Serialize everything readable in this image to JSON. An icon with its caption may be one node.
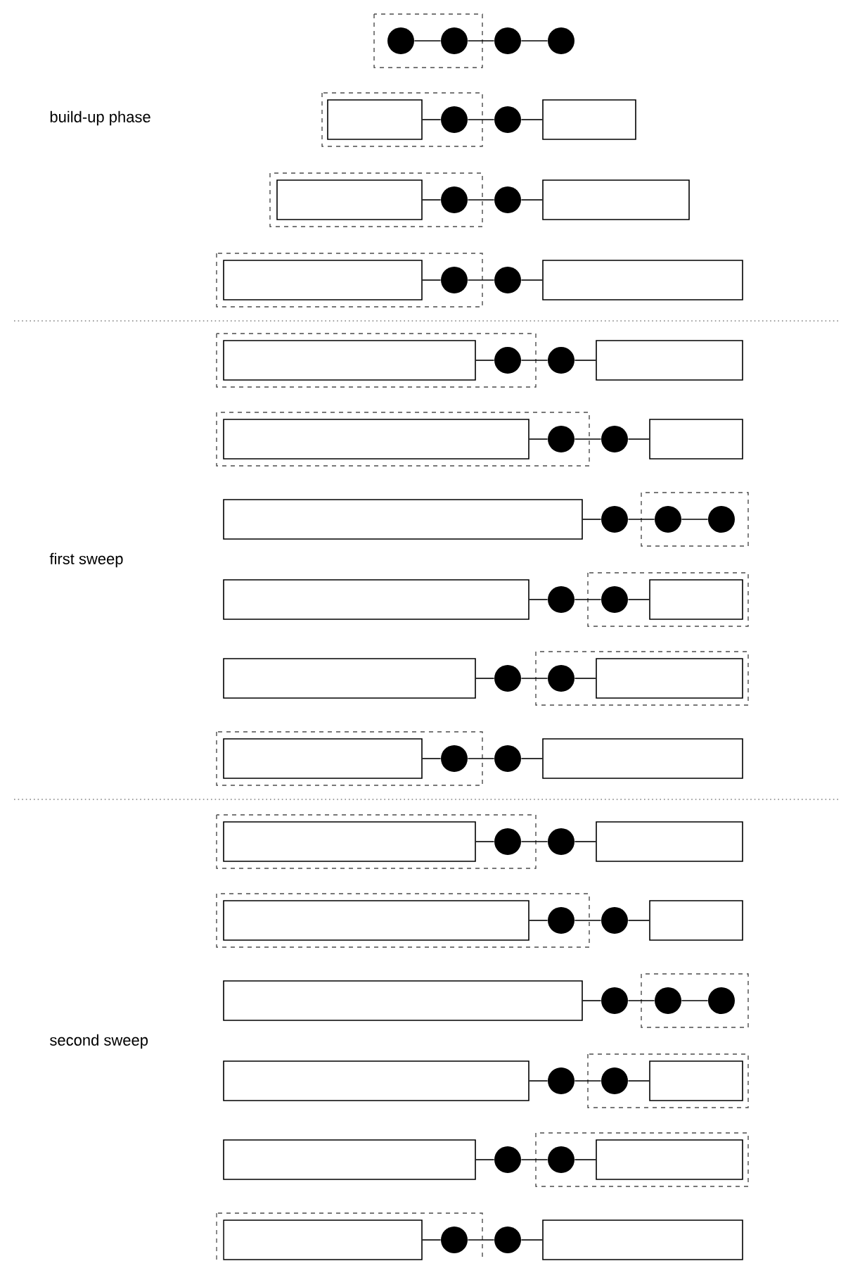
{
  "diagram": {
    "nodes": [
      {
        "text": [],
        "shape": "circle"
      },
      {
        "text": [],
        "shape": "circle"
      },
      {
        "text": [],
        "shape": "circle"
      },
      {
        "text": [],
        "shape": "circle"
      },
      {
        "text": [],
        "shape": "box"
      },
      {
        "text": [],
        "shape": "circle"
      },
      {
        "text": [],
        "shape": "circle"
      },
      {
        "text": [],
        "shape": "box"
      },
      {
        "text": [],
        "shape": "box"
      },
      {
        "text": [],
        "shape": "circle"
      },
      {
        "text": [],
        "shape": "circle"
      },
      {
        "text": [],
        "shape": "box"
      },
      {
        "text": [],
        "shape": "box"
      },
      {
        "text": [],
        "shape": "circle"
      },
      {
        "text": [],
        "shape": "circle"
      },
      {
        "text": [],
        "shape": "box"
      },
      {
        "text": [],
        "shape": "box"
      },
      {
        "text": [],
        "shape": "circle"
      },
      {
        "text": [],
        "shape": "circle"
      },
      {
        "text": [],
        "shape": "box"
      },
      {
        "text": [],
        "shape": "box"
      },
      {
        "text": [],
        "shape": "circle"
      },
      {
        "text": [],
        "shape": "circle"
      },
      {
        "text": [],
        "shape": "box"
      },
      {
        "text": [],
        "shape": "box"
      },
      {
        "text": [],
        "shape": "circle"
      },
      {
        "text": [],
        "shape": "circle"
      },
      {
        "text": [],
        "shape": "circle"
      },
      {
        "text": [],
        "shape": "box"
      },
      {
        "text": [],
        "shape": "circle"
      },
      {
        "text": [],
        "shape": "circle"
      },
      {
        "text": [],
        "shape": "box"
      },
      {
        "text": [],
        "shape": "box"
      },
      {
        "text": [],
        "shape": "circle"
      },
      {
        "text": [],
        "shape": "circle"
      },
      {
        "text": [],
        "shape": "box"
      },
      {
        "text": [],
        "shape": "box"
      },
      {
        "text": [],
        "shape": "circle"
      },
      {
        "text": [],
        "shape": "circle"
      },
      {
        "text": [],
        "shape": "box"
      },
      {
        "text": [],
        "shape": "box"
      },
      {
        "text": [],
        "shape": "circle"
      },
      {
        "text": [],
        "shape": "circle"
      },
      {
        "text": [],
        "shape": "box"
      },
      {
        "text": [],
        "shape": "box"
      },
      {
        "text": [],
        "shape": "circle"
      },
      {
        "text": [],
        "shape": "circle"
      },
      {
        "text": [],
        "shape": "box"
      },
      {
        "text": [],
        "shape": "box"
      },
      {
        "text": [],
        "shape": "circle"
      },
      {
        "text": [],
        "shape": "circle"
      },
      {
        "text": [],
        "shape": "circle"
      },
      {
        "text": [],
        "shape": "box"
      },
      {
        "text": [],
        "shape": "circle"
      },
      {
        "text": [],
        "shape": "circle"
      },
      {
        "text": [],
        "shape": "box"
      },
      {
        "text": [],
        "shape": "box"
      },
      {
        "text": [],
        "shape": "circle"
      },
      {
        "text": [],
        "shape": "circle"
      },
      {
        "text": [],
        "shape": "box"
      },
      {
        "text": [],
        "shape": "box"
      },
      {
        "text": [],
        "shape": "circle"
      },
      {
        "text": [],
        "shape": "circle"
      },
      {
        "text": [],
        "shape": "box"
      }
    ],
    "edges": [
      {
        "from": 0,
        "to": 1,
        "arrow": "none"
      },
      {
        "from": 1,
        "to": 2,
        "arrow": "none"
      },
      {
        "from": 2,
        "to": 3,
        "arrow": "none"
      },
      {
        "from": 4,
        "to": 5,
        "arrow": "none"
      },
      {
        "from": 5,
        "to": 6,
        "arrow": "none"
      },
      {
        "from": 6,
        "to": 7,
        "arrow": "none"
      },
      {
        "from": 8,
        "to": 9,
        "arrow": "none"
      },
      {
        "from": 9,
        "to": 10,
        "arrow": "none"
      },
      {
        "from": 10,
        "to": 11,
        "arrow": "none"
      },
      {
        "from": 12,
        "to": 13,
        "arrow": "none"
      },
      {
        "from": 13,
        "to": 14,
        "arrow": "none"
      },
      {
        "from": 14,
        "to": 15,
        "arrow": "none"
      },
      {
        "from": 16,
        "to": 17,
        "arrow": "none"
      },
      {
        "from": 17,
        "to": 18,
        "arrow": "none"
      },
      {
        "from": 18,
        "to": 19,
        "arrow": "none"
      },
      {
        "from": 20,
        "to": 21,
        "arrow": "none"
      },
      {
        "from": 21,
        "to": 22,
        "arrow": "none"
      },
      {
        "from": 22,
        "to": 23,
        "arrow": "none"
      },
      {
        "from": 24,
        "to": 25,
        "arrow": "none"
      },
      {
        "from": 25,
        "to": 26,
        "arrow": "none"
      },
      {
        "from": 26,
        "to": 27,
        "arrow": "none"
      },
      {
        "from": 28,
        "to": 29,
        "arrow": "none"
      },
      {
        "from": 29,
        "to": 30,
        "arrow": "none"
      },
      {
        "from": 30,
        "to": 31,
        "arrow": "none"
      },
      {
        "from": 32,
        "to": 33,
        "arrow": "none"
      },
      {
        "from": 33,
        "to": 34,
        "arrow": "none"
      },
      {
        "from": 34,
        "to": 35,
        "arrow": "none"
      },
      {
        "from": 36,
        "to": 37,
        "arrow": "none"
      },
      {
        "from": 37,
        "to": 38,
        "arrow": "none"
      },
      {
        "from": 38,
        "to": 39,
        "arrow": "none"
      },
      {
        "from": 40,
        "to": 41,
        "arrow": "none"
      },
      {
        "from": 41,
        "to": 42,
        "arrow": "none"
      },
      {
        "from": 42,
        "to": 43,
        "arrow": "none"
      },
      {
        "from": 44,
        "to": 45,
        "arrow": "none"
      },
      {
        "from": 45,
        "to": 46,
        "arrow": "none"
      },
      {
        "from": 46,
        "to": 47,
        "arrow": "none"
      },
      {
        "from": 48,
        "to": 49,
        "arrow": "none"
      },
      {
        "from": 49,
        "to": 50,
        "arrow": "none"
      },
      {
        "from": 50,
        "to": 51,
        "arrow": "none"
      },
      {
        "from": 52,
        "to": 53,
        "arrow": "none"
      },
      {
        "from": 53,
        "to": 54,
        "arrow": "none"
      },
      {
        "from": 54,
        "to": 55,
        "arrow": "none"
      },
      {
        "from": 56,
        "to": 57,
        "arrow": "none"
      },
      {
        "from": 57,
        "to": 58,
        "arrow": "none"
      },
      {
        "from": 58,
        "to": 59,
        "arrow": "none"
      },
      {
        "from": 60,
        "to": 61,
        "arrow": "none"
      },
      {
        "from": 61,
        "to": 62,
        "arrow": "none"
      },
      {
        "from": 62,
        "to": 63,
        "arrow": "none"
      }
    ],
    "labels": [
      "build-up phase",
      "first sweep",
      "second sweep"
    ]
  }
}
